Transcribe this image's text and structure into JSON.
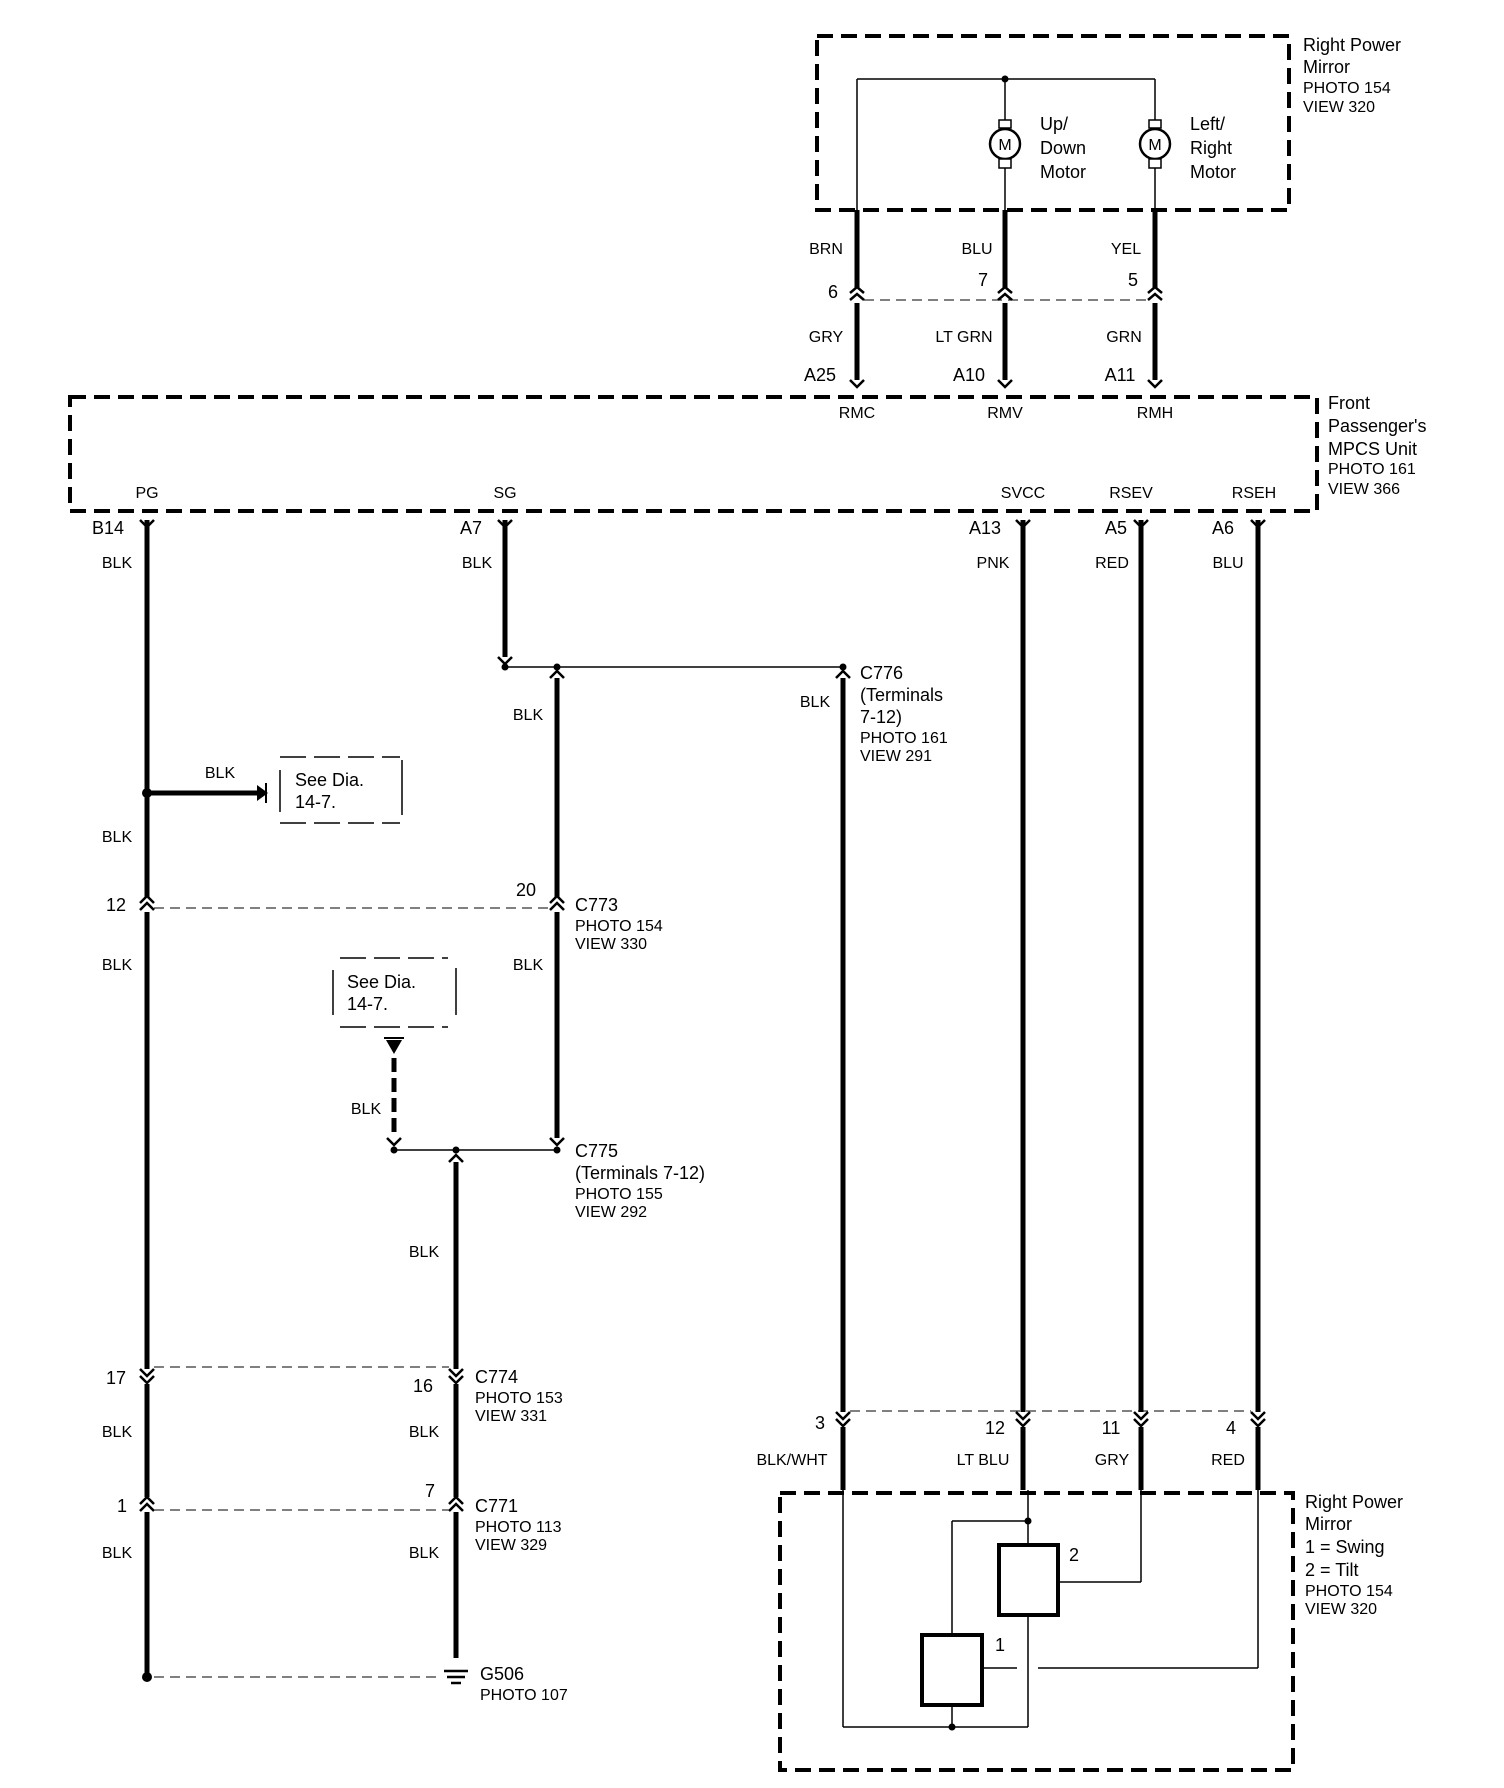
{
  "components": {
    "mirror_top": {
      "name_1": "Right Power",
      "name_2": "Mirror",
      "photo": "PHOTO 154",
      "view": "VIEW 320"
    },
    "updown_motor": {
      "label_1": "Up/",
      "label_2": "Down",
      "label_3": "Motor",
      "symbol": "M"
    },
    "leftright_motor": {
      "label_1": "Left/",
      "label_2": "Right",
      "label_3": "Motor",
      "symbol": "M"
    },
    "mpcs_unit": {
      "name_1": "Front",
      "name_2": "Passenger's",
      "name_3": "MPCS Unit",
      "photo": "PHOTO 161",
      "view": "VIEW 366"
    },
    "mirror_bottom": {
      "name_1": "Right Power",
      "name_2": "Mirror",
      "legend_1": "1 = Swing",
      "legend_2": "2 = Tilt",
      "photo": "PHOTO 154",
      "view": "VIEW 320",
      "actuator_1": "1",
      "actuator_2": "2"
    }
  },
  "top_wires": {
    "brn": "BRN",
    "blu": "BLU",
    "yel": "YEL",
    "pin_6": "6",
    "pin_7": "7",
    "pin_5": "5",
    "gry": "GRY",
    "ltgrn": "LT GRN",
    "grn": "GRN",
    "a25": "A25",
    "a10": "A10",
    "a11": "A11",
    "rmc": "RMC",
    "rmv": "RMV",
    "rmh": "RMH"
  },
  "unit_bottom": {
    "pg": "PG",
    "sg": "SG",
    "svcc": "SVCC",
    "rsev": "RSEV",
    "rseh": "RSEH",
    "b14": "B14",
    "a7": "A7",
    "a13": "A13",
    "a5": "A5",
    "a6": "A6",
    "blk_pg": "BLK",
    "blk_sg": "BLK",
    "pnk": "PNK",
    "red": "RED",
    "blu": "BLU"
  },
  "connectors": {
    "c776": {
      "id": "C776",
      "line_1": "(Terminals",
      "line_2": "7-12)",
      "photo": "PHOTO 161",
      "view": "VIEW 291"
    },
    "c773": {
      "id": "C773",
      "photo": "PHOTO 154",
      "view": "VIEW 330"
    },
    "c775": {
      "id": "C775",
      "line_1": "(Terminals 7-12)",
      "photo": "PHOTO 155",
      "view": "VIEW 292"
    },
    "c774": {
      "id": "C774",
      "photo": "PHOTO 153",
      "view": "VIEW 331"
    },
    "c771": {
      "id": "C771",
      "photo": "PHOTO 113",
      "view": "VIEW 329"
    },
    "g506": {
      "id": "G506",
      "photo": "PHOTO 107"
    }
  },
  "references": {
    "see1_line1": "See Dia.",
    "see1_line2": "14-7.",
    "see2_line1": "See Dia.",
    "see2_line2": "14-7."
  },
  "wire_labels": {
    "blk_c776": "BLK",
    "blk_sg_branch": "BLK",
    "blk_splice_ref": "BLK",
    "blk_pg_mid": "BLK",
    "pin_12": "12",
    "pin_20": "20",
    "blk_pg_low": "BLK",
    "blk_sg_low": "BLK",
    "blk_ref2": "BLK",
    "blk_c775": "BLK",
    "pin_17": "17",
    "pin_16": "16",
    "blk_17": "BLK",
    "blk_16": "BLK",
    "pin_1": "1",
    "pin_7b": "7",
    "blk_1": "BLK",
    "blk_7": "BLK",
    "pin_3": "3",
    "pin_12b": "12",
    "pin_11": "11",
    "pin_4": "4",
    "blkwht": "BLK/WHT",
    "ltblu": "LT BLU",
    "gry": "GRY",
    "red": "RED"
  }
}
